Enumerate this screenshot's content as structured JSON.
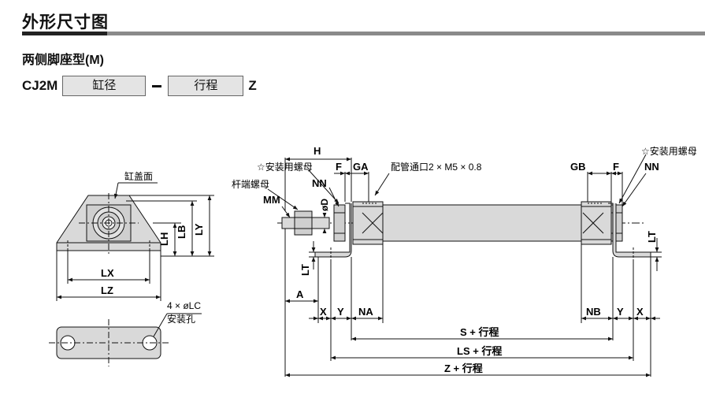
{
  "header": {
    "title": "外形尺寸图",
    "subtitle": "两侧脚座型(M)"
  },
  "order_code": {
    "prefix": "CJ2M",
    "bore_box": "缸径",
    "separator": "–",
    "stroke_box": "行程",
    "suffix": "Z"
  },
  "labels": {
    "cap_face": "缸盖面",
    "mounting_holes": "4 × øLC",
    "mounting_holes_cn": "安装孔",
    "mount_nut_left": "☆安装用螺母",
    "mount_nut_right": "☆安装用螺母",
    "rod_end_nut": "杆端螺母",
    "port": "配管通口2 × M5 × 0.8",
    "H": "H",
    "F": "F",
    "GA": "GA",
    "GB": "GB",
    "F2": "F",
    "NN": "NN",
    "NN2": "NN",
    "MM": "MM",
    "D": "øD",
    "LB": "LB",
    "LY": "LY",
    "LH": "LH",
    "LX": "LX",
    "LZ": "LZ",
    "LT": "LT",
    "LT2": "LT",
    "A": "A",
    "X": "X",
    "Y": "Y",
    "NA": "NA",
    "NB": "NB",
    "Y2": "Y",
    "X2": "X",
    "S": "S + 行程",
    "LS": "LS + 行程",
    "Z": "Z + 行程"
  },
  "colors": {
    "part_fill": "#d9d9d9",
    "line": "#111111",
    "title_rule": "#8a8a8a"
  }
}
